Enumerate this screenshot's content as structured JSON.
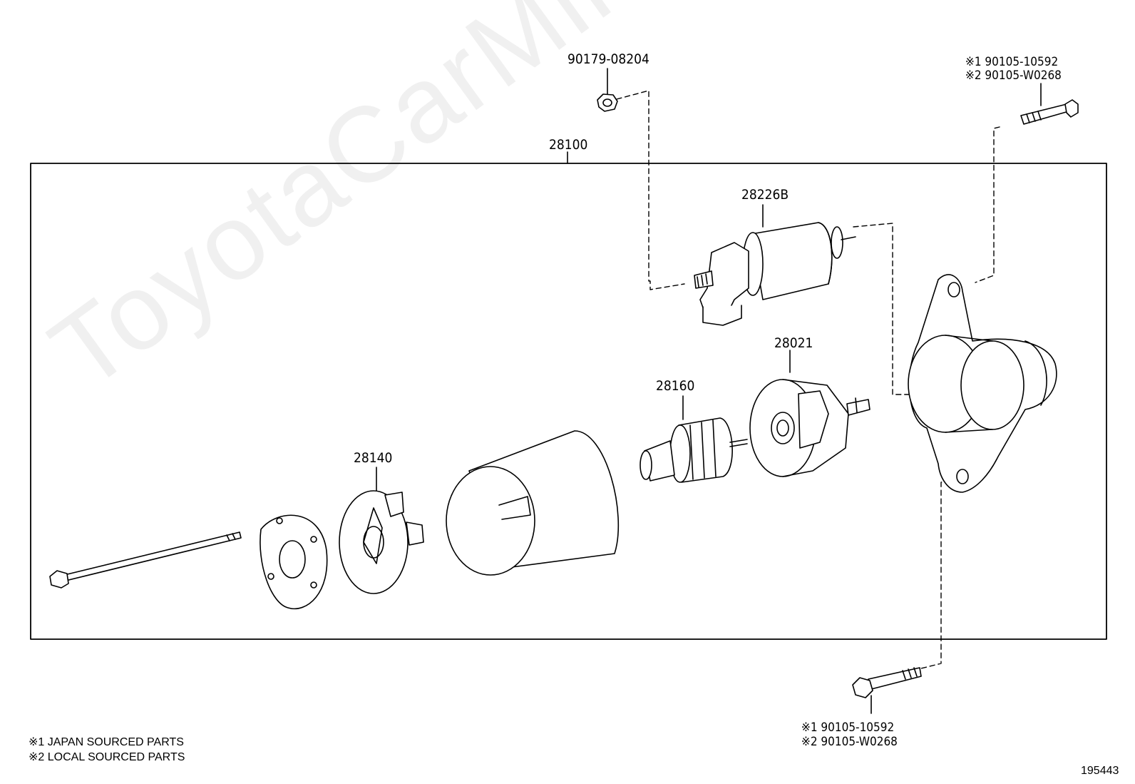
{
  "watermark": "ToyotaCarMine.ru",
  "assembly_label": "28100",
  "parts": {
    "nut": "90179-08204",
    "solenoid": "28226B",
    "brush_holder": "28021",
    "armature": "28160",
    "end_frame": "28140"
  },
  "bolt_top": {
    "line1": "※1 90105-10592",
    "line2": "※2 90105-W0268"
  },
  "bolt_bottom": {
    "line1": "※1 90105-10592",
    "line2": "※2 90105-W0268"
  },
  "legend": {
    "note1": "※1  JAPAN SOURCED PARTS",
    "note2": "※2  LOCAL SOURCED PARTS"
  },
  "figure_number": "195443"
}
